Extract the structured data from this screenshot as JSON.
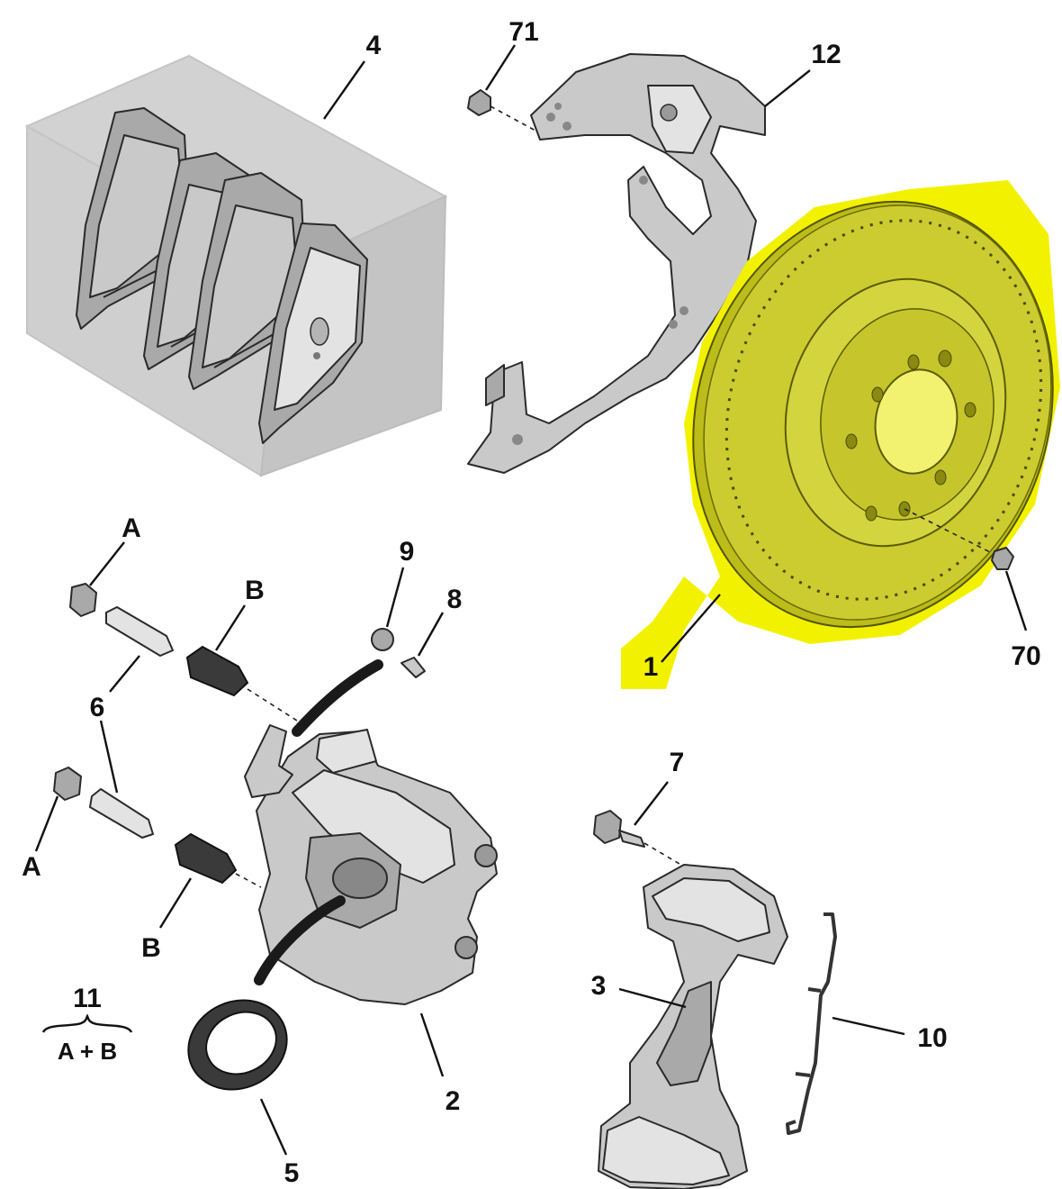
{
  "callouts": {
    "c1": "1",
    "c2": "2",
    "c3": "3",
    "c4": "4",
    "c5": "5",
    "c6": "6",
    "c7": "7",
    "c8": "8",
    "c9": "9",
    "c10": "10",
    "c11": "11",
    "c12": "12",
    "c70": "70",
    "c71": "71",
    "a_top": "A",
    "a_bottom": "A",
    "b_top": "B",
    "b_bottom": "B",
    "kit_formula": "A + B"
  },
  "highlight_color": "#f2f200",
  "part_color": "#c9c9c9"
}
